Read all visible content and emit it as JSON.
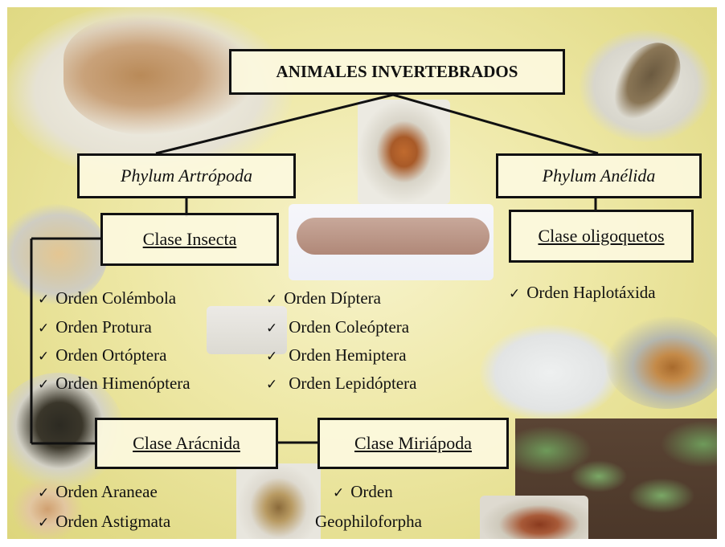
{
  "title": "ANIMALES INVERTEBRADOS",
  "phyla": {
    "artropoda": "Phylum Artrópoda",
    "anelida": "Phylum Anélida"
  },
  "clases": {
    "insecta": "Clase  Insecta",
    "oligoquetos": "Clase  oligoquetos",
    "aracnida": "Clase  Arácnida",
    "miriapoda": "Clase  Miriápoda"
  },
  "ordenes": {
    "insecta_col1": [
      "Orden Colémbola",
      "Orden Protura",
      "Orden Ortóptera",
      "Orden Himenóptera"
    ],
    "insecta_col2": [
      "Orden Díptera",
      "Orden Coleóptera",
      "Orden Hemiptera",
      "Orden Lepidóptera"
    ],
    "oligoquetos": [
      "Orden Haplotáxida"
    ],
    "aracnida": [
      "Orden Araneae",
      "Orden Astigmata"
    ],
    "miriapoda": [
      "Orden",
      "Geophiloforpha"
    ]
  },
  "check_symbol": "✓",
  "icons": {
    "photos": [
      "moths-photo",
      "leafhopper-photo",
      "beetle-photo",
      "larva-photo",
      "springtail-photo",
      "small-insect-photo",
      "flies-photo",
      "worm-photo",
      "weevil-photo",
      "soil-field-photo",
      "spiders-photo",
      "mite-photo",
      "centipede-photo"
    ]
  }
}
